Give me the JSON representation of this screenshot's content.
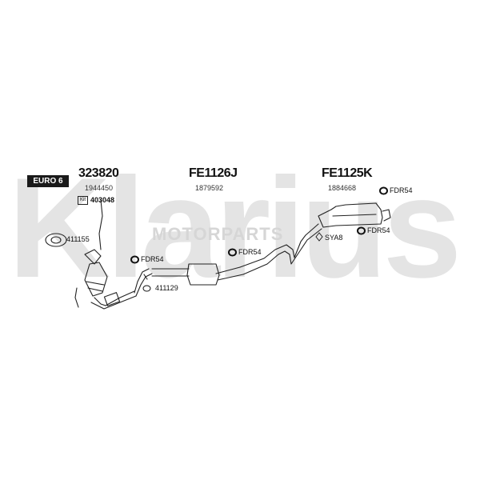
{
  "watermark": {
    "brand": "Klarius",
    "sub": "MOTORPARTS"
  },
  "badge": {
    "label": "EURO 6"
  },
  "kit_icon": "Kit",
  "groups": [
    {
      "code": "323820",
      "ref": "1944450"
    },
    {
      "code": "FE1126J",
      "ref": "1879592"
    },
    {
      "code": "FE1125K",
      "ref": "1884668"
    }
  ],
  "parts": {
    "kit": "403048",
    "gasket1": "411155",
    "gasket2": "411129",
    "mount_mid": "FDR54",
    "mount_center": "FDR54",
    "mount_rear_top": "FDR54",
    "mount_rear_bottom": "FDR54",
    "clamp": "SYA8"
  },
  "colors": {
    "ink": "#111111",
    "badge_bg": "#1a1a1a",
    "watermark": "#e4e4e4"
  }
}
